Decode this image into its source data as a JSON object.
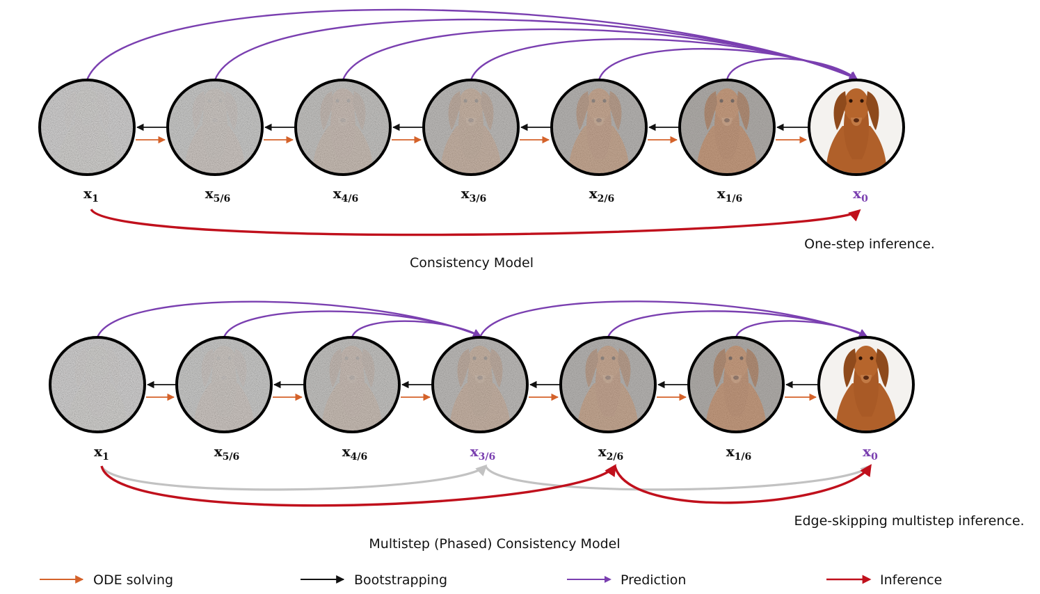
{
  "colors": {
    "ode": "#d4622a",
    "bootstrap": "#111111",
    "prediction": "#7a3fb0",
    "inference": "#c0101c",
    "skipped": "#c2c2c2",
    "highlight_label": "#7a3fb0"
  },
  "nodes": [
    {
      "base": "x",
      "sub": "1",
      "noise_level": 1.0
    },
    {
      "base": "x",
      "sub": "5/6",
      "noise_level": 0.83
    },
    {
      "base": "x",
      "sub": "4/6",
      "noise_level": 0.67
    },
    {
      "base": "x",
      "sub": "3/6",
      "noise_level": 0.5
    },
    {
      "base": "x",
      "sub": "2/6",
      "noise_level": 0.33
    },
    {
      "base": "x",
      "sub": "1/6",
      "noise_level": 0.17
    },
    {
      "base": "x",
      "sub": "0",
      "noise_level": 0.0
    }
  ],
  "top": {
    "title": "Consistency Model",
    "note": "One-step inference.",
    "highlight_nodes": [
      6
    ]
  },
  "bottom": {
    "title": "Multistep (Phased) Consistency Model",
    "note": "Edge-skipping multistep inference.",
    "highlight_nodes": [
      3,
      6
    ]
  },
  "legend": [
    {
      "key": "ode",
      "label": "ODE solving"
    },
    {
      "key": "bootstrap",
      "label": "Bootstrapping"
    },
    {
      "key": "prediction",
      "label": "Prediction"
    },
    {
      "key": "inference",
      "label": "Inference"
    }
  ]
}
